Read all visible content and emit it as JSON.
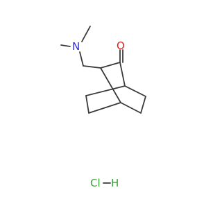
{
  "molecule": {
    "atoms": {
      "nitrogen": "N",
      "oxygen": "O"
    },
    "salt": {
      "chlorine": "Cl",
      "hydrogen": "H"
    }
  },
  "colors": {
    "bond": "#3a3a3a",
    "nitrogen": "#2b2bd6",
    "oxygen": "#e02020",
    "salt": "#3aa03a",
    "background": "#ffffff"
  }
}
